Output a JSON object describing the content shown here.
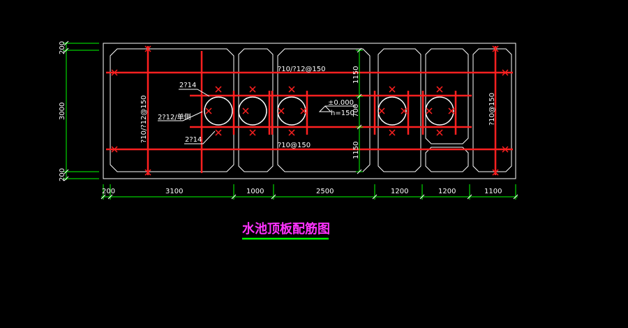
{
  "colors": {
    "background": "#000000",
    "outline": "#ffffff",
    "rebar": "#ff2020",
    "dimension": "#00ff00",
    "title": "#ff33ff"
  },
  "title": "水池顶板配筋图",
  "dimensions": {
    "horizontal": [
      "200",
      "3100",
      "1000",
      "2500",
      "1200",
      "1200",
      "1100"
    ],
    "left_vertical": [
      "200",
      "3000",
      "200"
    ],
    "inner_vertical": [
      "1150",
      "700",
      "1150"
    ]
  },
  "annotations": {
    "top_rebar": "?10/?12@150",
    "left_rebar": "?10/?12@150",
    "right_rebar": "?10@150",
    "bottom_rebar": "?10@150",
    "trim_top": "2?14",
    "trim_mid": "2?12/单侧",
    "trim_bottom": "2?14",
    "elevation": "±0.000",
    "thickness": "h=150"
  },
  "icons": [
    "opening-circle-icon",
    "elevation-marker-icon"
  ]
}
